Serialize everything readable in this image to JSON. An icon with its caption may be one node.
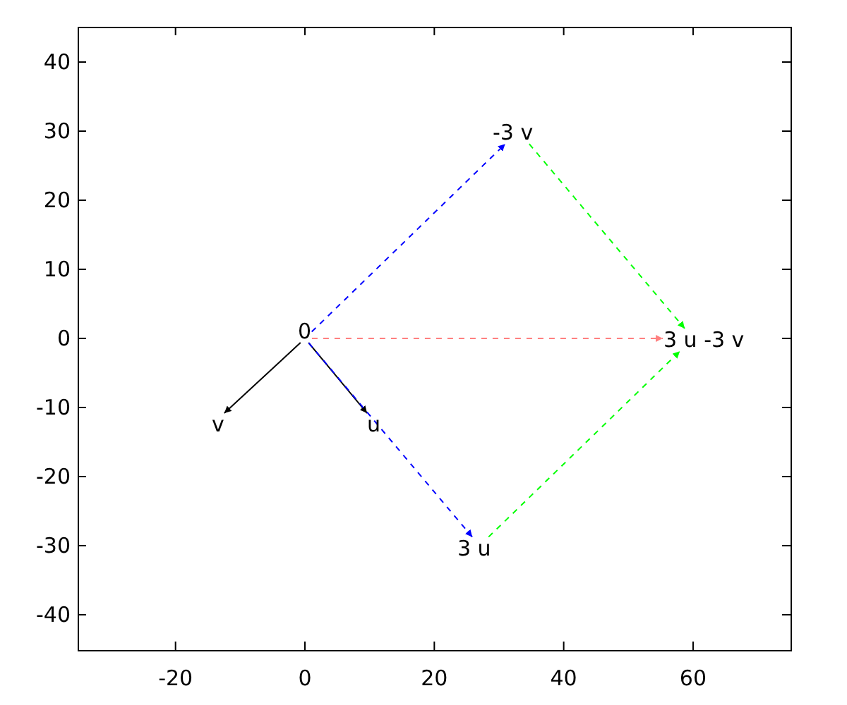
{
  "diagram": {
    "nodes": [
      {
        "text": [
          "0"
        ]
      },
      {
        "text": [
          "v"
        ]
      },
      {
        "text": [
          "u"
        ]
      },
      {
        "text": [
          "-3 v"
        ]
      },
      {
        "text": [
          "3 u -3 v"
        ]
      },
      {
        "text": [
          "3 u"
        ]
      }
    ],
    "edges": [
      {
        "from": 0,
        "to": 1,
        "arrow": "to"
      },
      {
        "from": 0,
        "to": 2,
        "arrow": "to"
      },
      {
        "from": 0,
        "to": 3,
        "arrow": "to",
        "style": "dashed",
        "color": "#0000ff"
      },
      {
        "from": 0,
        "to": 5,
        "arrow": "to",
        "style": "dashed",
        "color": "#0000ff"
      },
      {
        "from": 3,
        "to": 4,
        "arrow": "to",
        "style": "dashed",
        "color": "#00ff00"
      },
      {
        "from": 5,
        "to": 4,
        "arrow": "to",
        "style": "dashed",
        "color": "#00ff00"
      },
      {
        "from": 0,
        "to": 4,
        "arrow": "to",
        "style": "dashed",
        "color": "#ff8080"
      }
    ],
    "labels": [
      "40",
      "30",
      "20",
      "10",
      "0",
      "-10",
      "-20",
      "-30",
      "-40",
      "-20",
      "0",
      "20",
      "40",
      "60"
    ]
  }
}
